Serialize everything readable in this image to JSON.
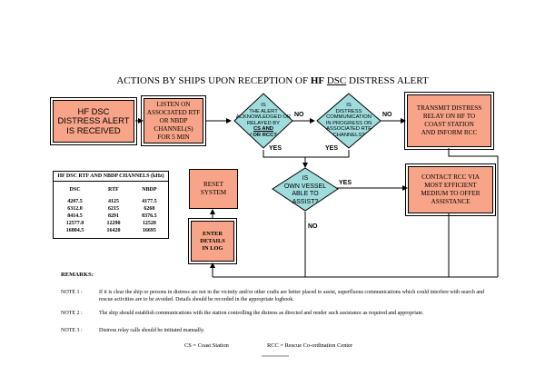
{
  "title_pre": "ACTIONS BY SHIPS UPON RECEPTION OF ",
  "title_hf": "HF",
  "title_dsc": "DSC",
  "title_post": " DISTRESS ALERT",
  "boxes": {
    "received": [
      "HF DSC",
      "DISTRESS ALERT",
      "IS RECEIVED"
    ],
    "listen": [
      "LISTEN ON",
      "ASSOCIATED RTF",
      "OR NBDP",
      "CHANNEL(S)",
      "FOR 5 MIN"
    ],
    "transmit": [
      "TRANSMIT DISTRESS",
      "RELAY ON HF TO",
      "COAST STATION",
      "AND INFORM RCC"
    ],
    "reset": [
      "RESET",
      "SYSTEM"
    ],
    "contact": [
      "CONTACT RCC VIA",
      "MOST EFFICIENT",
      "MEDIUM TO OFFER",
      "ASSISTANCE"
    ],
    "enter": [
      "ENTER",
      "DETAILS",
      "IN LOG"
    ]
  },
  "diamonds": {
    "acknowledged": [
      "IS",
      "THE ALERT",
      "ACKNOWLEDGED OR",
      "RELAYED BY",
      "CS AND",
      "/ OR RCC?"
    ],
    "progress": [
      "IS",
      "DISTRESS",
      "COMMUNICATION",
      "IN PROGRESS ON",
      "ASSOCIATED RTF",
      "CHANNELS?"
    ],
    "vessel": [
      "IS",
      "OWN VESSEL",
      "ABLE TO",
      "ASSIST?"
    ]
  },
  "labels": {
    "no": "NO",
    "yes": "YES"
  },
  "channel_table": {
    "caption": "HF DSC RTF AND NBDP CHANNELS (kHz)",
    "headers": [
      "DSC",
      "RTF",
      "NBDP"
    ],
    "columns": [
      [
        "4207.5",
        "6312.0",
        "8414.5",
        "12577.0",
        "16804.5"
      ],
      [
        "4125",
        "6215",
        "8291",
        "12290",
        "16420"
      ],
      [
        "4177.5",
        "6268",
        "8376.5",
        "12520",
        "16695"
      ]
    ]
  },
  "remarks": {
    "heading": "REMARKS:",
    "notes": [
      {
        "key": "NOTE 1 :",
        "text": "If it is clear the ship or persons in distress are not in the vicinity and/or other crafts are better placed to assist, superfluous communications which could interfere with search and rescue activities are to be avoided. Details should be recorded in the appropriate logbook."
      },
      {
        "key": "NOTE 2 :",
        "text": "The ship should establish communications with the station controlling the distress as directed and render such assistance as required and appropriate."
      },
      {
        "key": "NOTE 3 :",
        "text": "Distress relay calls should be initiated manually."
      }
    ]
  },
  "legend": {
    "cs": "CS = Coast Station",
    "rcc": "RCC = Rescue Co-ordination Center"
  },
  "colors": {
    "box_fill": "#f7a488",
    "diamond_fill": "#9fdcdc",
    "line": "#000000"
  }
}
